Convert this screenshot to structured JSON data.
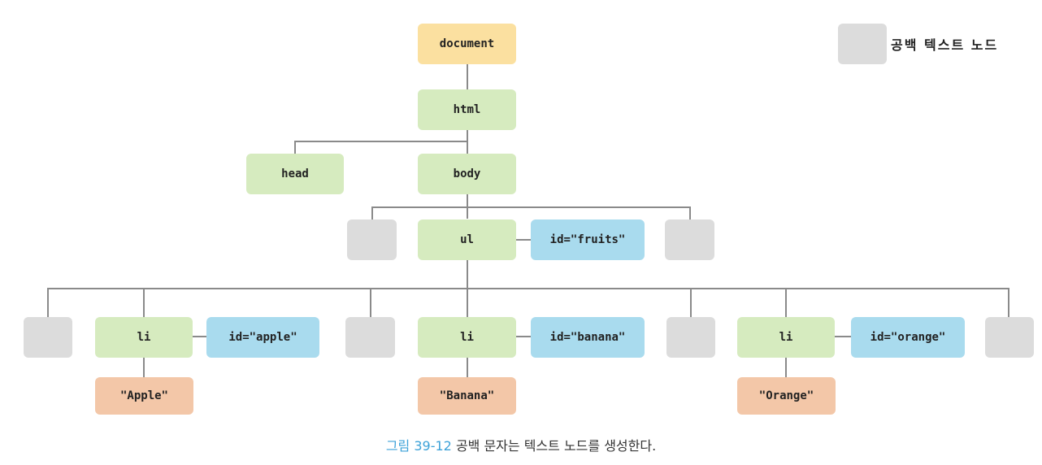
{
  "legend": {
    "whitespace_text_node": "공백 텍스트 노드"
  },
  "nodes": {
    "document": "document",
    "html": "html",
    "head": "head",
    "body": "body",
    "ul": "ul",
    "ul_id": "id=\"fruits\"",
    "li": "li",
    "apple_id": "id=\"apple\"",
    "banana_id": "id=\"banana\"",
    "orange_id": "id=\"orange\"",
    "apple_text": "\"Apple\"",
    "banana_text": "\"Banana\"",
    "orange_text": "\"Orange\""
  },
  "caption": {
    "figure": "그림 39-12",
    "text": "공백 문자는 텍스트 노드를 생성한다."
  },
  "colors": {
    "document": "#fbe0a0",
    "element": "#d6ebbf",
    "attribute": "#a9dbee",
    "text": "#f3c7a8",
    "whitespace": "#dcdcdc",
    "figure_label": "#3da2d8"
  }
}
